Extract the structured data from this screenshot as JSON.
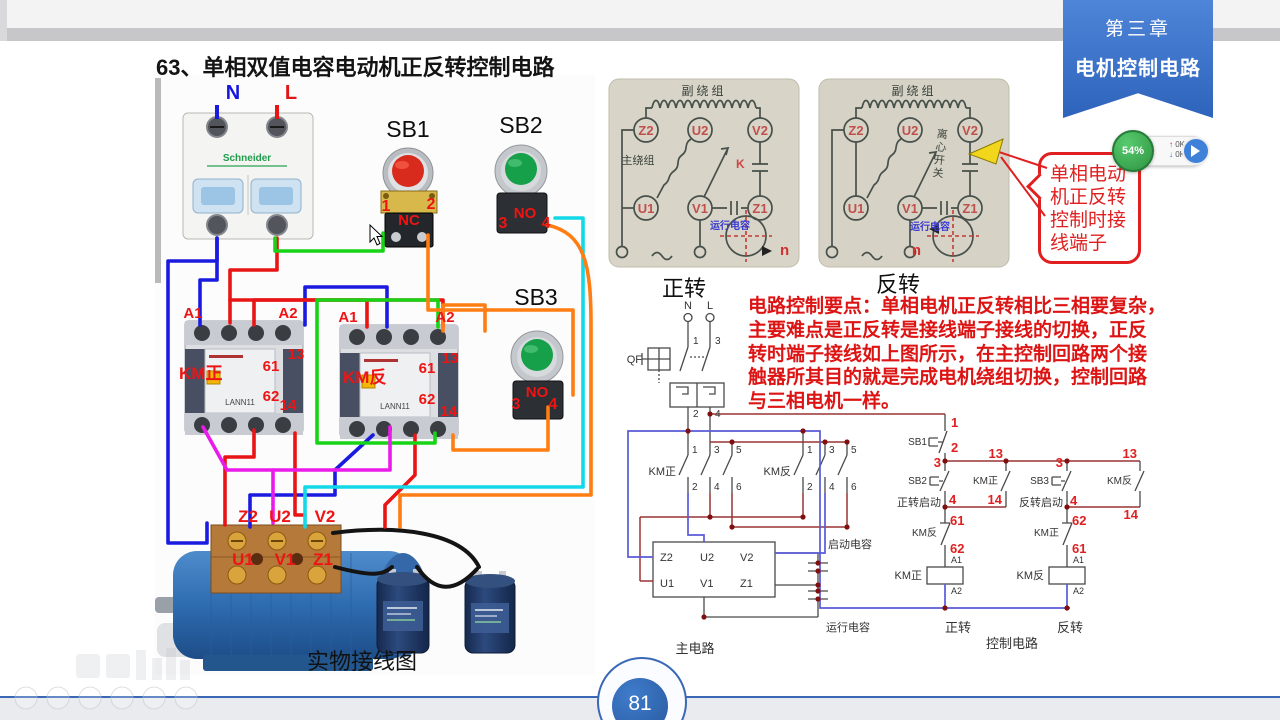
{
  "chrome": {
    "top_tag": {
      "chapter": "第三章",
      "title": "电机控制电路"
    },
    "net_monitor": {
      "percent": "54%",
      "up_arrow": "↑",
      "down_arrow": "↓",
      "up_speed": "0K/s",
      "down_speed": "0K/s"
    }
  },
  "slide": {
    "title": "63、单相双值电容电动机正反转控制电路",
    "page_number": "81"
  },
  "photo": {
    "caption": "实物接线图",
    "labels": {
      "n": "N",
      "l": "L",
      "brand": "Schneider",
      "model": "LANN11",
      "sb1": "SB1",
      "sb2": "SB2",
      "sb3": "SB3",
      "sb1_1": "1",
      "sb1_nc": "NC",
      "sb1_2": "2",
      "sb2_3": "3",
      "sb2_no": "NO",
      "sb2_4": "4",
      "sb3_3": "3",
      "sb3_no": "NO",
      "sb3_4": "4",
      "km_fwd": "KM正",
      "km_rev": "KM反",
      "a1": "A1",
      "a2": "A2",
      "t13": "13",
      "t14": "14",
      "t61": "61",
      "t62": "62",
      "z2": "Z2",
      "u2": "U2",
      "v2": "V2",
      "u1": "U1",
      "v1": "V1",
      "z1": "Z1"
    }
  },
  "diagram_fwd": {
    "caption": "正转",
    "aux_winding": "副绕组",
    "main_winding": "主绕组",
    "k": "K",
    "run_cap": "运行电容",
    "n": "n",
    "terminals": {
      "z2": "Z2",
      "u2": "U2",
      "v2": "V2",
      "u1": "U1",
      "v1": "V1",
      "z1": "Z1"
    }
  },
  "diagram_rev": {
    "caption": "反转",
    "aux_winding": "副绕组",
    "centrifugal_switch": "离心开关",
    "run_cap": "运行电容",
    "n": "n",
    "terminals": {
      "z2": "Z2",
      "u2": "U2",
      "v2": "V2",
      "u1": "U1",
      "v1": "V1",
      "z1": "Z1"
    }
  },
  "callout": {
    "lines": [
      "单相电动",
      "机正反转",
      "控制时接",
      "线端子"
    ]
  },
  "notes": {
    "lines": [
      "电路控制要点：单相电机正反转相比三相要复杂，",
      "主要难点是正反转是接线端子接线的切换，正反",
      "转时端子接线如上图所示，在主控制回路两个接",
      "触器所其目的就是完成电机绕组切换，控制回路",
      "与三相电机一样。"
    ]
  },
  "schematic": {
    "caption_main": "主电路",
    "caption_ctrl": "控制电路",
    "caption_fwd": "正转",
    "caption_rev": "反转",
    "n": "N",
    "l": "L",
    "qf": "QF",
    "km_fwd": "KM正",
    "km_rev": "KM反",
    "start_cap": "启动电容",
    "run_cap": "运行电容",
    "qf_nums": {
      "t1": "1",
      "t3": "3",
      "b2": "2",
      "b4": "4"
    },
    "contact_nums": {
      "c1": "1",
      "c3": "3",
      "c5": "5",
      "c2": "2",
      "c4": "4",
      "c6": "6"
    },
    "motor": {
      "z2": "Z2",
      "u2": "U2",
      "v2": "V2",
      "u1": "U1",
      "v1": "V1",
      "z1": "Z1"
    },
    "ctrl": {
      "sb1": "SB1",
      "sb2": "SB2",
      "sb3": "SB3",
      "fwd_start": "正转启动",
      "rev_start": "反转启动",
      "km_fwd_aux": "KM正",
      "km_rev_aux": "KM反",
      "km_rev_nc": "KM反",
      "km_fwd_nc": "KM正",
      "km_fwd_coil": "KM正",
      "km_rev_coil": "KM反",
      "a1": "A1",
      "a2": "A2",
      "r1": "1",
      "r2": "2",
      "r3a": "3",
      "r13a": "13",
      "r3b": "3",
      "r13b": "13",
      "r4a": "4",
      "r14a": "14",
      "r4b": "4",
      "r14b": "14",
      "r61a": "61",
      "r62a": "62",
      "r62b": "62",
      "r61b": "61"
    }
  },
  "colors": {
    "ribbon_blue": "#3a6fc6",
    "red_annotation": "#e02020",
    "notes_red": "#dd1414",
    "page_badge_blue": "#2d66b0",
    "percent_green": "#3cb54e",
    "wire_blue": "#1b1be0",
    "wire_red": "#e81515",
    "wire_green": "#17d417",
    "wire_cyan": "#12d8e8",
    "wire_orange": "#ff7d12",
    "wire_magenta": "#ea1bea",
    "schematic_blue": "#5a5ad8",
    "schematic_dark_red": "#9a3333"
  }
}
